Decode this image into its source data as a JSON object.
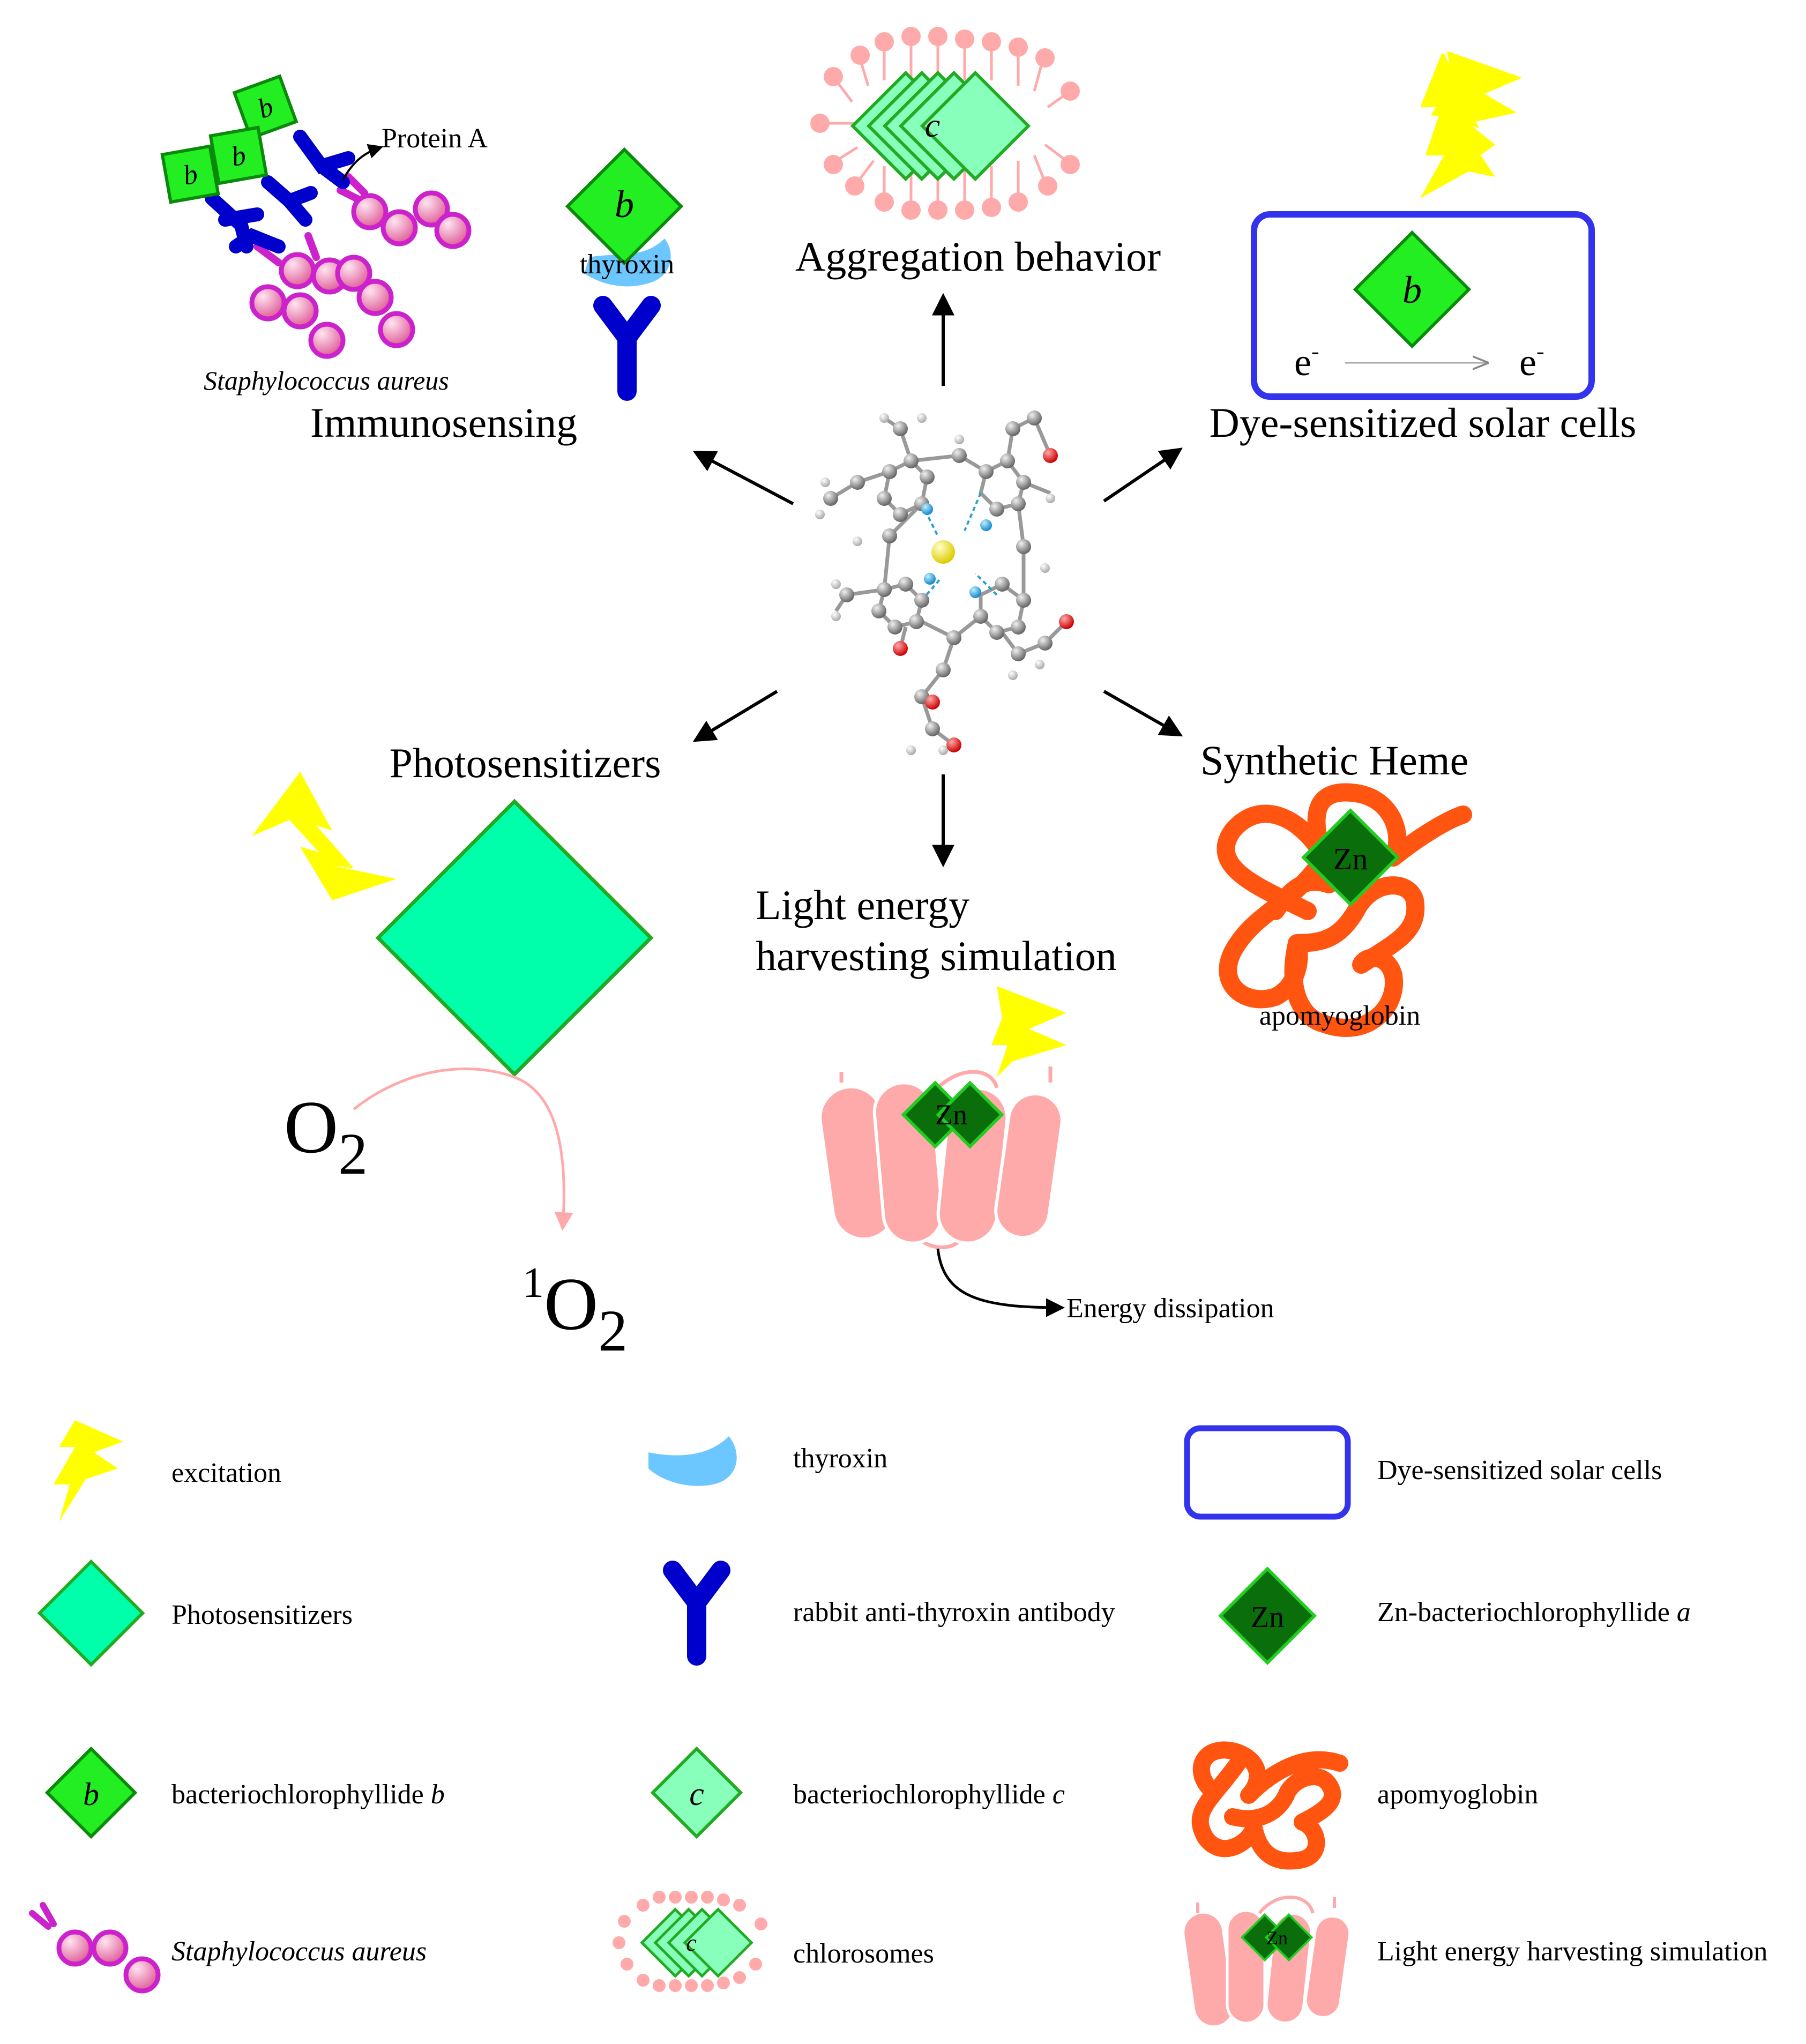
{
  "labels": {
    "immunosensing": "Immunosensing",
    "aggregation": "Aggregation behavior",
    "dssc": "Dye-sensitized solar cells",
    "photosensitizers": "Photosensitizers",
    "light_harvesting_l1": "Light energy",
    "light_harvesting_l2": "harvesting simulation",
    "synthetic_heme": "Synthetic Heme",
    "protein_a": "Protein A",
    "staph": "Staphylococcus aureus",
    "thyroxin": "thyroxin",
    "apomyoglobin": "apomyoglobin",
    "energy_dissipation": "Energy dissipation",
    "electron": "e",
    "electron_sup": "-",
    "o2": "O",
    "o2_sub": "2",
    "singlet_sup": "1",
    "singlet": "O",
    "singlet_sub": "2"
  },
  "glyphs": {
    "b": "b",
    "c": "c",
    "zn": "Zn"
  },
  "legend": [
    {
      "icon": "excitation-bolt",
      "label": "excitation",
      "italic": ""
    },
    {
      "icon": "thyroxin-shape",
      "label": "thyroxin",
      "italic": ""
    },
    {
      "icon": "dssc-frame",
      "label": "Dye-sensitized solar cells",
      "italic": ""
    },
    {
      "icon": "photosensitizer-diamond",
      "label": "Photosensitizers",
      "italic": ""
    },
    {
      "icon": "antibody-y",
      "label": "rabbit anti-thyroxin antibody",
      "italic": ""
    },
    {
      "icon": "zn-diamond",
      "label": "Zn-bacteriochlorophyllide ",
      "italic": "a"
    },
    {
      "icon": "b-diamond",
      "label": "bacteriochlorophyllide ",
      "italic": "b"
    },
    {
      "icon": "c-diamond",
      "label": "bacteriochlorophyllide ",
      "italic": "c"
    },
    {
      "icon": "apomyoglobin-coil",
      "label": "apomyoglobin",
      "italic": ""
    },
    {
      "icon": "staph-chain",
      "label": "Staphylococcus aureus",
      "italic": ""
    },
    {
      "icon": "chlorosome",
      "label": "chlorosomes",
      "italic": ""
    },
    {
      "icon": "lh-complex",
      "label": "Light energy harvesting simulation",
      "italic": ""
    }
  ],
  "colors": {
    "bolt": "#ffff00",
    "photosensitizer": "#00ffaa",
    "bchl_b": "#22ee22",
    "bchl_c": "#88ffbb",
    "zn": "#0a6f0a",
    "antibody": "#0000cc",
    "thyroxin": "#6cc6ff",
    "staph": "#cc22cc",
    "staph_fill": "#f0a0d0",
    "lipid": "#ffaaaa",
    "apomyoglobin": "#ff5511",
    "dssc_frame": "#3333ee"
  }
}
